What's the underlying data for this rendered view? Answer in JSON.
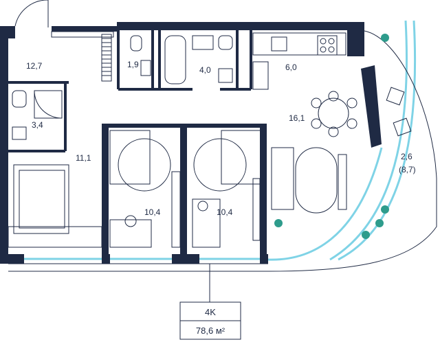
{
  "plan": {
    "type": "4K",
    "area": "78,6 м²"
  },
  "rooms": [
    {
      "id": "hall",
      "area": "12,7"
    },
    {
      "id": "wc",
      "area": "1,9"
    },
    {
      "id": "bath",
      "area": "4,0"
    },
    {
      "id": "kitchen",
      "area": "6,0"
    },
    {
      "id": "shower",
      "area": "3,4"
    },
    {
      "id": "living",
      "area": "16,1"
    },
    {
      "id": "corridor",
      "area": "11,1"
    },
    {
      "id": "bedroom-1",
      "area": "10,4"
    },
    {
      "id": "bedroom-2",
      "area": "10,4"
    },
    {
      "id": "balcony",
      "area": "2,6"
    },
    {
      "id": "balcony-total",
      "area": "(8,7)"
    }
  ],
  "colors": {
    "wall": "#1f2a44",
    "glass": "#7fd3e6",
    "line": "#1f2a44",
    "plant": "#2e9c8c"
  }
}
